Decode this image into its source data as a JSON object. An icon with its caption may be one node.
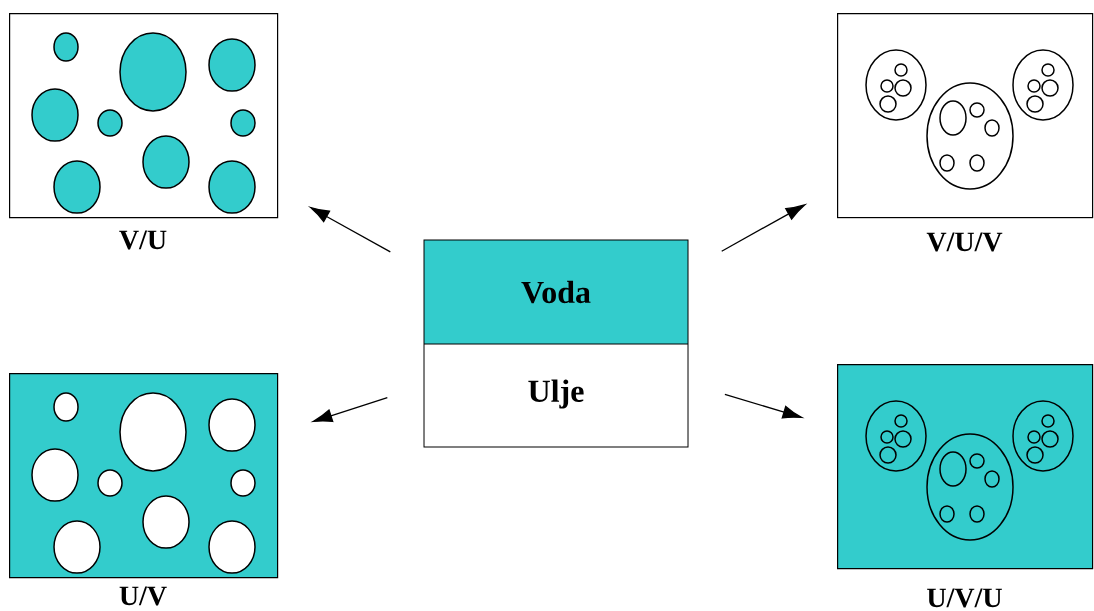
{
  "diagram": {
    "nodes": [
      {
        "text": [
          "Voda",
          "Ulje"
        ]
      },
      {
        "text": [
          "V/U"
        ]
      },
      {
        "text": [
          "V/U/V"
        ]
      },
      {
        "text": [
          "U/V"
        ]
      },
      {
        "text": [
          "U/V/U"
        ]
      }
    ],
    "edges": [
      {
        "from": 0,
        "to": 1,
        "arrow": "to"
      },
      {
        "from": 0,
        "to": 2,
        "arrow": "to"
      },
      {
        "from": 0,
        "to": 3,
        "arrow": "to"
      },
      {
        "from": 0,
        "to": 4,
        "arrow": "to"
      }
    ]
  }
}
